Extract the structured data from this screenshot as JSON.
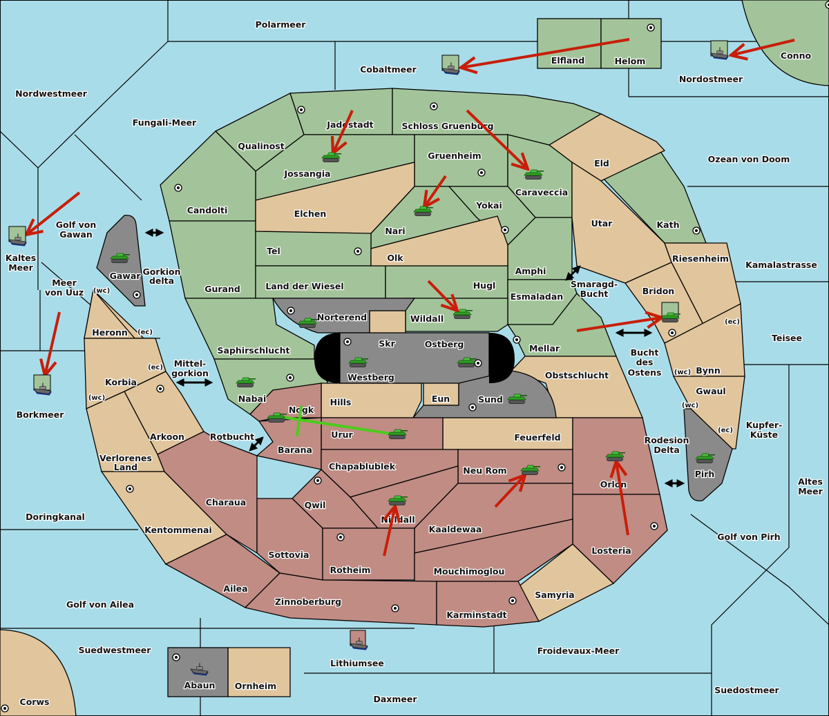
{
  "title": "Diplomacy-style map",
  "colors": {
    "sea": "#a9dce9",
    "green_power": "#a3c49a",
    "tan_neutral": "#e1c59c",
    "red_power": "#c08c84",
    "grey_power": "#8a8a8a",
    "order_arrow": "#c81e0a",
    "support_line": "#4ccc1c"
  },
  "territories": {
    "Polarmeer": "Polarmeer",
    "Cobaltmeer": "Cobaltmeer",
    "Elfland": "Elfland",
    "Helom": "Helom",
    "Nordostmeer": "Nordostmeer",
    "Conno": "Conno",
    "Nordwestmeer": "Nordwestmeer",
    "Fungali": "Fungali-Meer",
    "Qualinost": "Qualinost",
    "Jadestadt": "Jadestadt",
    "Schloss": "Schloss Gruenburg",
    "Jossangia": "Jossangia",
    "Gruenheim": "Gruenheim",
    "Caraveccia": "Caraveccia",
    "Eld": "Eld",
    "Ozean": "Ozean von Doom",
    "Candolti": "Candolti",
    "Elchen": "Elchen",
    "Nari": "Nari",
    "Yokai": "Yokai",
    "Utar": "Utar",
    "Kath": "Kath",
    "GolfGawan1": "Golf von",
    "GolfGawan2": "Gawan",
    "Kaltes1": "Kaltes",
    "Kaltes2": "Meer",
    "Uuz1": "Meer",
    "Uuz2": "von Uuz",
    "Gawar": "Gawar",
    "Gorkion1": "Gorkion",
    "Gorkion2": "delta",
    "Gurand": "Gurand",
    "Tel": "Tel",
    "Olk": "Olk",
    "Amphi": "Amphi",
    "Riesenheim": "Riesenheim",
    "Kamalastrasse": "Kamalastrasse",
    "LandWiesel": "Land der Wiesel",
    "Hugl": "Hugl",
    "Esmaladan": "Esmaladan",
    "Smaragd1": "Smaragd-",
    "Smaragd2": "Bucht",
    "Bridon": "Bridon",
    "Norterend": "Norterend",
    "Wildall": "Wildall",
    "Heronn": "Heronn",
    "Teisee": "Teisee",
    "Skr": "Skr",
    "Ostberg": "Ostberg",
    "Mellar": "Mellar",
    "Saphirschlucht": "Saphirschlucht",
    "Westberg": "Westberg",
    "Bucht1": "Bucht",
    "Bucht2": "des",
    "Bucht3": "Ostens",
    "Mittel1": "Mittel-",
    "Mittel2": "gorkion",
    "Korbia": "Korbia",
    "Bynn": "Bynn",
    "Obstschlucht": "Obstschlucht",
    "Nabai": "Nabai",
    "Eun": "Eun",
    "Sund": "Sund",
    "Gwaul": "Gwaul",
    "Hills": "Hills",
    "Borkmeer": "Borkmeer",
    "Nogk": "Nogk",
    "Kupfer1": "Kupfer-",
    "Kupfer2": "Küste",
    "Urur": "Urur",
    "Feuerfeld": "Feuerfeld",
    "Arkoon": "Arkoon",
    "Rotbucht": "Rotbucht",
    "Rodesion1": "Rodesion",
    "Rodesion2": "Delta",
    "Barana": "Barana",
    "Chapablublek": "Chapablublek",
    "Verlorenes1": "Verlorenes",
    "Verlorenes2": "Land",
    "NeuRom": "Neu Rom",
    "Orlon": "Orlon",
    "Pirh": "Pirh",
    "AltesMeer1": "Altes",
    "AltesMeer2": "Meer",
    "Qwil": "Qwil",
    "Charaua": "Charaua",
    "Nilldall": "Nilldall",
    "Doringkanal": "Doringkanal",
    "Kentommenai": "Kentommenai",
    "Kaaldewaa": "Kaaldewaa",
    "GolfPirh": "Golf von Pirh",
    "Losteria": "Losteria",
    "Sottovia": "Sottovia",
    "Rotheim": "Rotheim",
    "Mouchimoglou": "Mouchimoglou",
    "Ailea": "Ailea",
    "Samyria": "Samyria",
    "GolfAilea": "Golf von Ailea",
    "Zinnoberburg": "Zinnoberburg",
    "Karminstadt": "Karminstadt",
    "Suedwestmeer": "Suedwestmeer",
    "Froidevaux": "Froidevaux-Meer",
    "Lithiumsee": "Lithiumsee",
    "Abaun": "Abaun",
    "Ornheim": "Ornheim",
    "Daxmeer": "Daxmeer",
    "Suedostmeer": "Suedostmeer",
    "Corws": "Corws"
  },
  "coast_labels": {
    "wc": "(wc)",
    "ec": "(ec)"
  },
  "units": [
    {
      "type": "fleet",
      "power": "green",
      "location": "Cobaltmeer"
    },
    {
      "type": "fleet",
      "power": "green",
      "location": "Nordostmeer"
    },
    {
      "type": "fleet",
      "power": "green",
      "location": "Kaltes Meer"
    },
    {
      "type": "fleet",
      "power": "green",
      "location": "Borkmeer"
    },
    {
      "type": "army",
      "power": "green",
      "location": "Jossangia"
    },
    {
      "type": "army",
      "power": "green",
      "location": "Caraveccia"
    },
    {
      "type": "army",
      "power": "green",
      "location": "Nari"
    },
    {
      "type": "army",
      "power": "green",
      "location": "Wildall"
    },
    {
      "type": "army",
      "power": "green",
      "location": "Bridon"
    },
    {
      "type": "army",
      "power": "green",
      "location": "Nabai"
    },
    {
      "type": "army",
      "power": "grey",
      "location": "Gawar"
    },
    {
      "type": "army",
      "power": "grey",
      "location": "Norterend"
    },
    {
      "type": "army",
      "power": "grey",
      "location": "Westberg"
    },
    {
      "type": "army",
      "power": "grey",
      "location": "Ostberg"
    },
    {
      "type": "army",
      "power": "grey",
      "location": "Sund"
    },
    {
      "type": "army",
      "power": "grey",
      "location": "Pirh"
    },
    {
      "type": "fleet",
      "power": "grey",
      "location": "Abaun"
    },
    {
      "type": "army",
      "power": "red",
      "location": "Nogk"
    },
    {
      "type": "army",
      "power": "red",
      "location": "Urur"
    },
    {
      "type": "army",
      "power": "red",
      "location": "Nilldall"
    },
    {
      "type": "army",
      "power": "red",
      "location": "Neu Rom"
    },
    {
      "type": "army",
      "power": "red",
      "location": "Orlon"
    },
    {
      "type": "fleet",
      "power": "red",
      "location": "Lithiumsee"
    }
  ],
  "orders": [
    {
      "kind": "move",
      "from": "Helom",
      "to": "Cobaltmeer"
    },
    {
      "kind": "move",
      "from": "Conno",
      "to": "Nordostmeer"
    },
    {
      "kind": "move",
      "from": "Candolti",
      "to": "Kaltes Meer"
    },
    {
      "kind": "move",
      "from": "Meer von Uuz",
      "to": "Borkmeer"
    },
    {
      "kind": "move",
      "from": "Jadestadt",
      "to": "Jossangia"
    },
    {
      "kind": "move",
      "from": "Schloss Gruenburg",
      "to": "Caraveccia"
    },
    {
      "kind": "move",
      "from": "Gruenheim",
      "to": "Nari"
    },
    {
      "kind": "move",
      "from": "Hugl",
      "to": "Wildall"
    },
    {
      "kind": "move",
      "from": "Mellar",
      "to": "Bridon"
    },
    {
      "kind": "support",
      "from": "Urur",
      "to": "Nogk"
    },
    {
      "kind": "move",
      "from": "Rotheim",
      "to": "Nilldall"
    },
    {
      "kind": "move",
      "from": "Kaaldewaa",
      "to": "Neu Rom"
    },
    {
      "kind": "move",
      "from": "Losteria",
      "to": "Orlon"
    }
  ]
}
